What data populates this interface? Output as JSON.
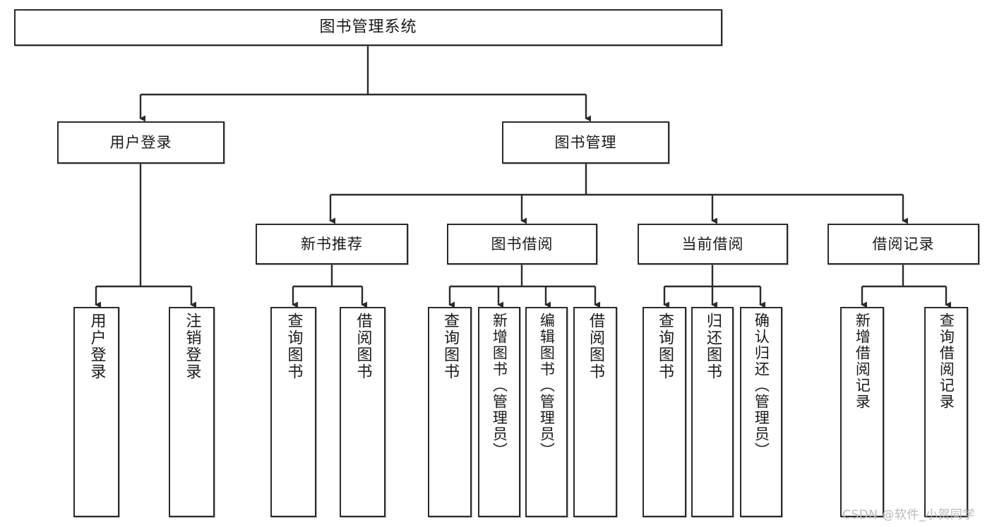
{
  "diagram": {
    "title": "图书管理系统",
    "type": "tree-hierarchy-chart",
    "colors": {
      "box_border": "#2b2b2b",
      "box_fill": "#ffffff",
      "line": "#2b2b2b",
      "background": "#ffffff",
      "watermark": "#b9b9b9"
    },
    "root": {
      "label": "图书管理系统"
    },
    "level2": [
      {
        "label": "用户登录"
      },
      {
        "label": "图书管理"
      }
    ],
    "level3": [
      {
        "label": "新书推荐"
      },
      {
        "label": "图书借阅"
      },
      {
        "label": "当前借阅"
      },
      {
        "label": "借阅记录"
      }
    ],
    "leaves": {
      "user_login": [
        {
          "label": "用户登录"
        },
        {
          "label": "注销登录"
        }
      ],
      "new_book_recommend": [
        {
          "label": "查询图书"
        },
        {
          "label": "借阅图书"
        }
      ],
      "book_borrow": [
        {
          "label": "查询图书"
        },
        {
          "label": "新增图书（管理员）"
        },
        {
          "label": "编辑图书（管理员）"
        },
        {
          "label": "借阅图书"
        }
      ],
      "current_borrow": [
        {
          "label": "查询图书"
        },
        {
          "label": "归还图书"
        },
        {
          "label": "确认归还（管理员）"
        }
      ],
      "borrow_record": [
        {
          "label": "新增借阅记录"
        },
        {
          "label": "查询借阅记录"
        }
      ]
    }
  },
  "watermark": {
    "text": "CSDN @软件_小贺同学"
  }
}
